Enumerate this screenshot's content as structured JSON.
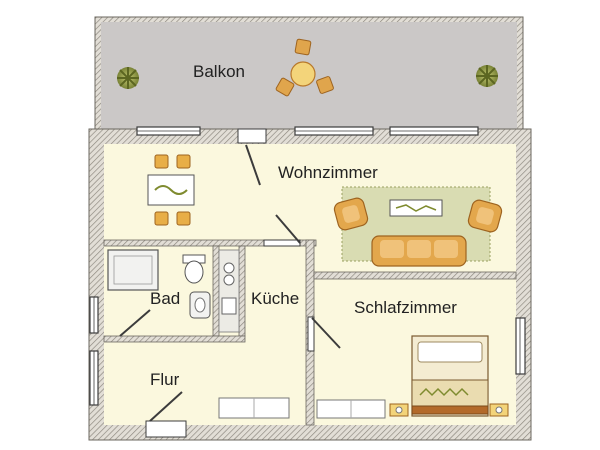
{
  "rooms": {
    "balkon": "Balkon",
    "wohnzimmer": "Wohnzimmer",
    "bad": "Bad",
    "kueche": "Küche",
    "schlafzimmer": "Schlafzimmer",
    "flur": "Flur"
  },
  "colors": {
    "wall": "#7d7a74",
    "wall_hatch": "#d9d4cc",
    "floor": "#fbf8de",
    "balcony_floor": "#cbc8c7",
    "window_frame": "#3c3c3c",
    "rug": "#d9dcb2",
    "sofa": "#e3a74c",
    "sofa_dark": "#b8782a",
    "plant": "#7f8b2f",
    "bed_cover": "#f4ecd2",
    "bed_frame": "#b36a2a"
  }
}
